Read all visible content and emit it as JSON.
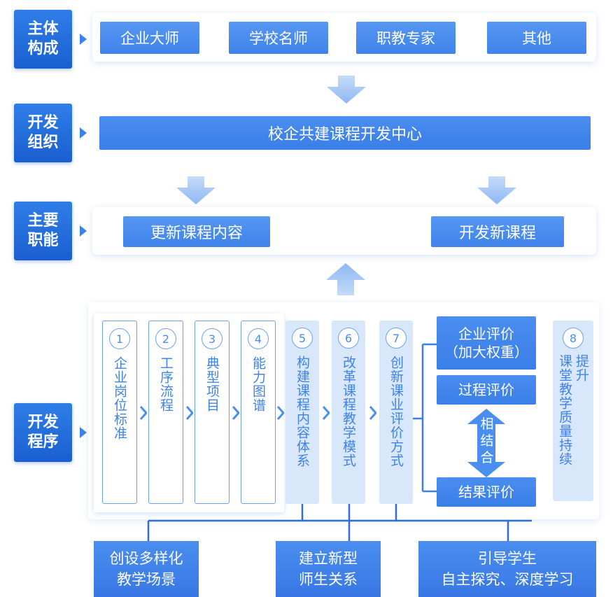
{
  "rows": {
    "subject": {
      "label": "主体\n构成"
    },
    "organization": {
      "label": "开发\n组织"
    },
    "functions": {
      "label": "主要\n职能"
    },
    "procedure": {
      "label": "开发\n程序"
    }
  },
  "subjects": [
    "企业大师",
    "学校名师",
    "职教专家",
    "其他"
  ],
  "center": "校企共建课程开发中心",
  "functions": [
    "更新课程内容",
    "开发新课程"
  ],
  "steps": [
    {
      "num": "1",
      "text": "企业岗位标准"
    },
    {
      "num": "2",
      "text": "工序流程"
    },
    {
      "num": "3",
      "text": "典型项目"
    },
    {
      "num": "4",
      "text": "能力图谱"
    },
    {
      "num": "5",
      "text": "构建课程内容体系"
    },
    {
      "num": "6",
      "text": "改革课程教学模式"
    },
    {
      "num": "7",
      "text": "创新课业评价方式"
    }
  ],
  "evaluations": {
    "enterprise": "企业评价\n（加大权重）",
    "process": "过程评价",
    "combine": "相\n结\n合",
    "result": "结果评价"
  },
  "step8": {
    "num": "8",
    "line1": "提升",
    "line2": "课堂教学质量持续"
  },
  "outcomes": [
    "创设多样化\n教学场景",
    "建立新型\n师生关系",
    "引导学生\n自主探究、深度学习"
  ],
  "colors": {
    "primary": "#1a5fd0",
    "accent": "#4a8ef0",
    "light": "#d9e7fb"
  }
}
